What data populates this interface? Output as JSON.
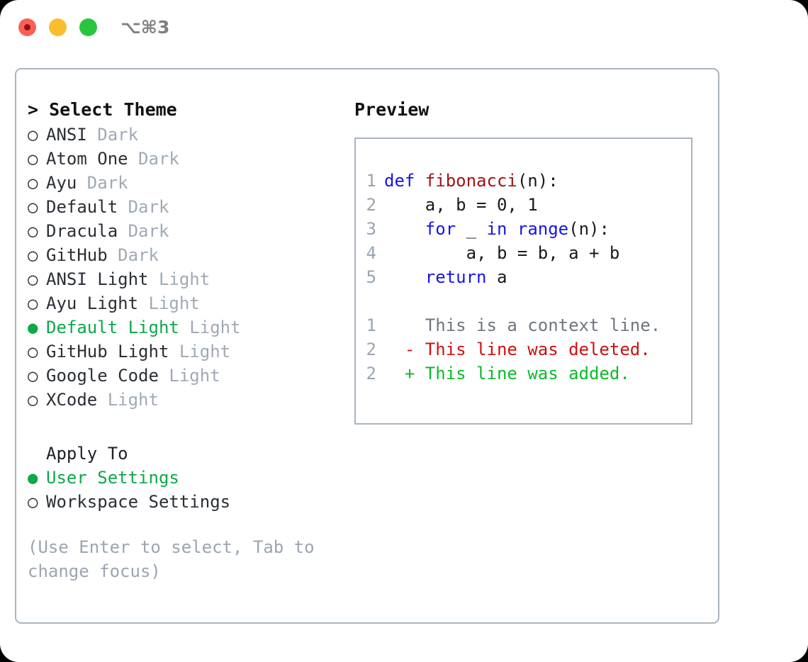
{
  "window": {
    "title_shortcut": "⌥⌘3",
    "controls": [
      {
        "name": "close",
        "color": "#fa5e57"
      },
      {
        "name": "minimize",
        "color": "#fbbd2e"
      },
      {
        "name": "maximize",
        "color": "#28c63f"
      }
    ]
  },
  "theme_picker": {
    "header": "> Select Theme",
    "selected_theme": "Default Light",
    "items": [
      {
        "name": "ANSI",
        "category": "Dark",
        "selected": false,
        "bullet": "○"
      },
      {
        "name": "Atom One",
        "category": "Dark",
        "selected": false,
        "bullet": "○"
      },
      {
        "name": "Ayu",
        "category": "Dark",
        "selected": false,
        "bullet": "○"
      },
      {
        "name": "Default",
        "category": "Dark",
        "selected": false,
        "bullet": "○"
      },
      {
        "name": "Dracula",
        "category": "Dark",
        "selected": false,
        "bullet": "○"
      },
      {
        "name": "GitHub",
        "category": "Dark",
        "selected": false,
        "bullet": "○"
      },
      {
        "name": "ANSI Light",
        "category": "Light",
        "selected": false,
        "bullet": "○"
      },
      {
        "name": "Ayu Light",
        "category": "Light",
        "selected": false,
        "bullet": "○"
      },
      {
        "name": "Default Light",
        "category": "Light",
        "selected": true,
        "bullet": "●"
      },
      {
        "name": "GitHub Light",
        "category": "Light",
        "selected": false,
        "bullet": "○"
      },
      {
        "name": "Google Code",
        "category": "Light",
        "selected": false,
        "bullet": "○"
      },
      {
        "name": "XCode",
        "category": "Light",
        "selected": false,
        "bullet": "○"
      }
    ]
  },
  "apply_to": {
    "header": "Apply To",
    "selected_option": "User Settings",
    "options": [
      {
        "label": "User Settings",
        "selected": true,
        "bullet": "●"
      },
      {
        "label": "Workspace Settings",
        "selected": false,
        "bullet": "○"
      }
    ]
  },
  "hint": "(Use Enter to select, Tab to change focus)",
  "preview": {
    "header": "Preview",
    "code_lines": [
      {
        "number": "1",
        "tokens": [
          {
            "text": "def ",
            "kind": "keyword"
          },
          {
            "text": "fibonacci",
            "kind": "function"
          },
          {
            "text": "(n):",
            "kind": "plain"
          }
        ]
      },
      {
        "number": "2",
        "tokens": [
          {
            "text": "    a, b = 0, 1",
            "kind": "plain"
          }
        ]
      },
      {
        "number": "3",
        "tokens": [
          {
            "text": "    for",
            "kind": "keyword"
          },
          {
            "text": " _ ",
            "kind": "plain"
          },
          {
            "text": "in",
            "kind": "keyword"
          },
          {
            "text": " ",
            "kind": "plain"
          },
          {
            "text": "range",
            "kind": "builtin"
          },
          {
            "text": "(n):",
            "kind": "plain"
          }
        ]
      },
      {
        "number": "4",
        "tokens": [
          {
            "text": "        a, b = b, a + b",
            "kind": "plain"
          }
        ]
      },
      {
        "number": "5",
        "tokens": [
          {
            "text": "    return",
            "kind": "keyword"
          },
          {
            "text": " a",
            "kind": "plain"
          }
        ]
      }
    ],
    "diff_lines": [
      {
        "number": "1",
        "marker": "  ",
        "text": "This is a context line.",
        "kind": "context"
      },
      {
        "number": "2",
        "marker": "- ",
        "text": "This line was deleted.",
        "kind": "deleted"
      },
      {
        "number": "2",
        "marker": "+ ",
        "text": "This line was added.",
        "kind": "added"
      }
    ]
  },
  "colors": {
    "accent_green": "#0ea84a",
    "muted_gray": "#a0aab5",
    "hint_gray": "#9ba5b0",
    "border": "#a9b4bf",
    "keyword_blue": "#1515e8",
    "function_red": "#a01414",
    "diff_added": "#0bbb2a",
    "diff_deleted": "#cc1111",
    "diff_context": "#6f7680"
  }
}
